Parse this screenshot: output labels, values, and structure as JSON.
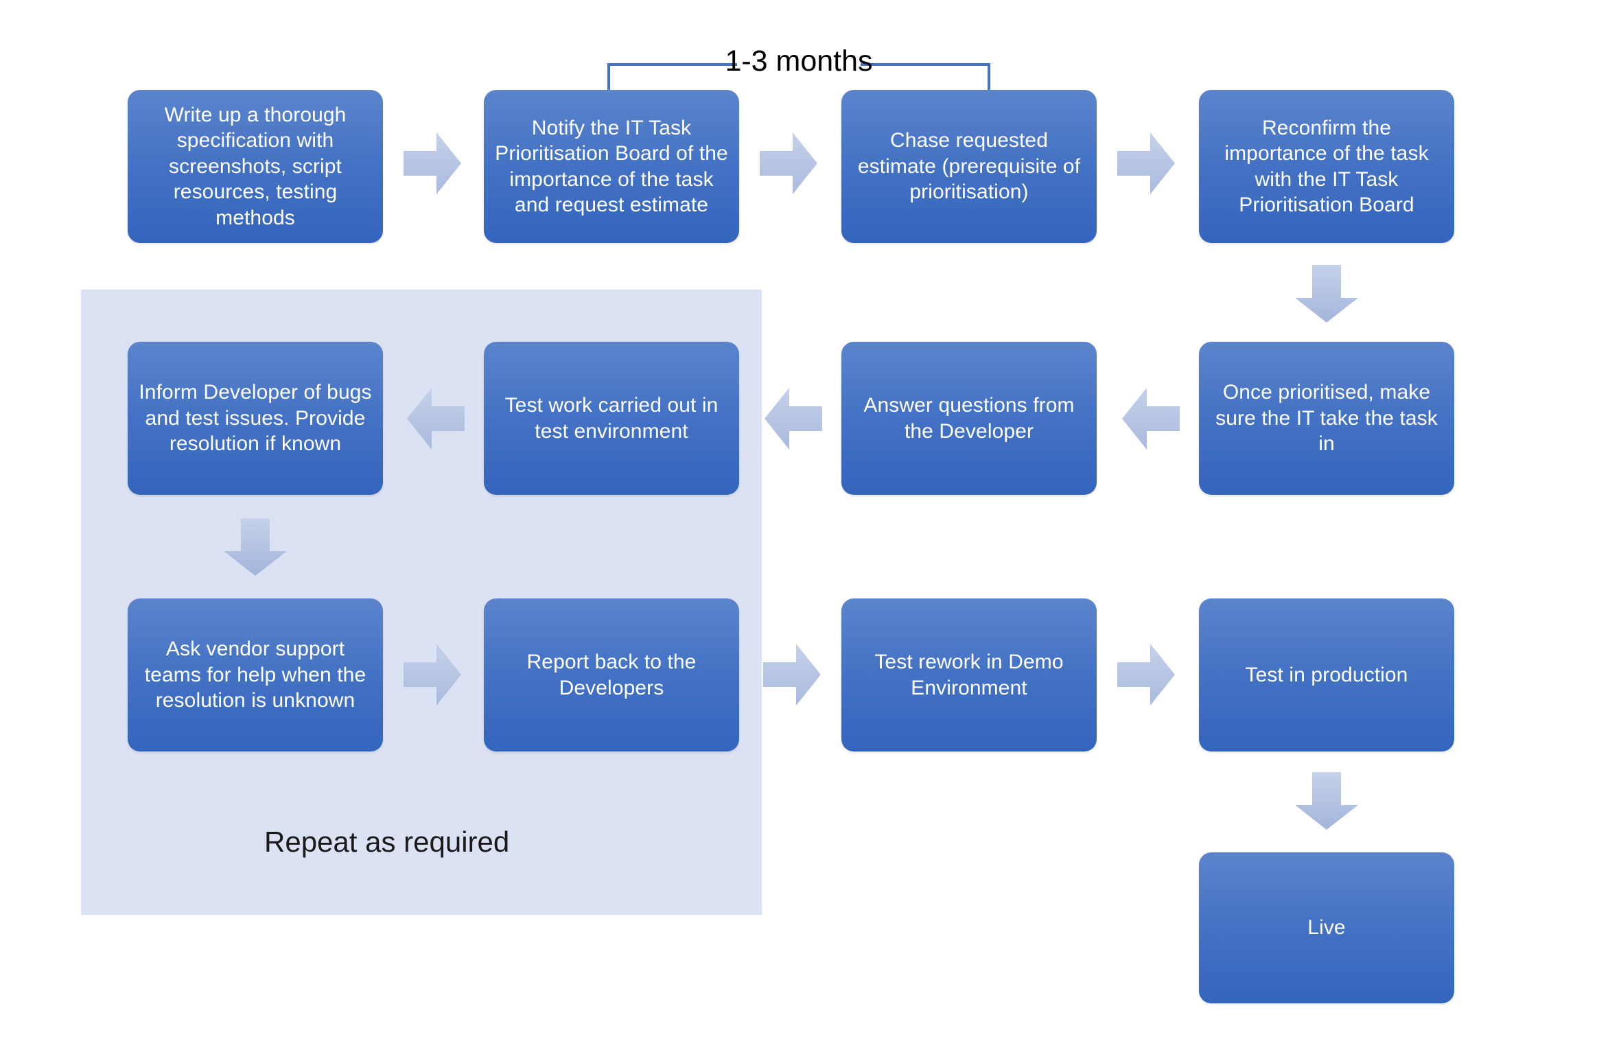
{
  "diagram": {
    "title_text": "1-3 months",
    "group_label": "Repeat as required",
    "colors": {
      "node_fill": "#4472c4",
      "node_fill_light": "#5b84cc",
      "node_text": "#ffffff",
      "arrow_fill": "#b4c3e3",
      "group_fill": "#dbe2f3",
      "bracket_stroke": "#4472c4",
      "label_text": "#000000",
      "background": "#ffffff"
    },
    "nodes": [
      {
        "id": "spec",
        "label": "Write up a thorough specification with screenshots, script resources, testing methods"
      },
      {
        "id": "notify",
        "label": "Notify the IT Task Prioritisation Board of the importance of the task and request estimate"
      },
      {
        "id": "chase",
        "label": "Chase requested estimate (prerequisite of prioritisation)"
      },
      {
        "id": "reconfirm",
        "label": "Reconfirm the importance of the task with the IT Task Prioritisation Board"
      },
      {
        "id": "prioritised",
        "label": "Once prioritised, make sure the IT take the task in"
      },
      {
        "id": "answer",
        "label": "Answer questions from the Developer"
      },
      {
        "id": "testwork",
        "label": "Test work carried out in test environment"
      },
      {
        "id": "inform",
        "label": "Inform Developer of bugs and test issues. Provide resolution if known"
      },
      {
        "id": "vendor",
        "label": "Ask vendor support teams for help when the resolution is unknown"
      },
      {
        "id": "report",
        "label": "Report back to the Developers"
      },
      {
        "id": "rework",
        "label": "Test rework in Demo Environment"
      },
      {
        "id": "production",
        "label": "Test in production"
      },
      {
        "id": "live",
        "label": "Live"
      }
    ],
    "connectors": [
      {
        "id": "spec-to-notify",
        "direction": "right"
      },
      {
        "id": "notify-to-chase",
        "direction": "right"
      },
      {
        "id": "chase-to-reconfirm",
        "direction": "right"
      },
      {
        "id": "reconfirm-to-prioritised",
        "direction": "down"
      },
      {
        "id": "prioritised-to-answer",
        "direction": "left"
      },
      {
        "id": "answer-to-testwork",
        "direction": "left"
      },
      {
        "id": "testwork-to-inform",
        "direction": "left"
      },
      {
        "id": "inform-to-vendor",
        "direction": "down"
      },
      {
        "id": "vendor-to-report",
        "direction": "right"
      },
      {
        "id": "report-to-rework",
        "direction": "right"
      },
      {
        "id": "rework-to-production",
        "direction": "right"
      },
      {
        "id": "production-to-live",
        "direction": "down"
      }
    ],
    "bracket": {
      "label": "1-3 months",
      "spans": [
        "notify",
        "chase"
      ]
    }
  }
}
